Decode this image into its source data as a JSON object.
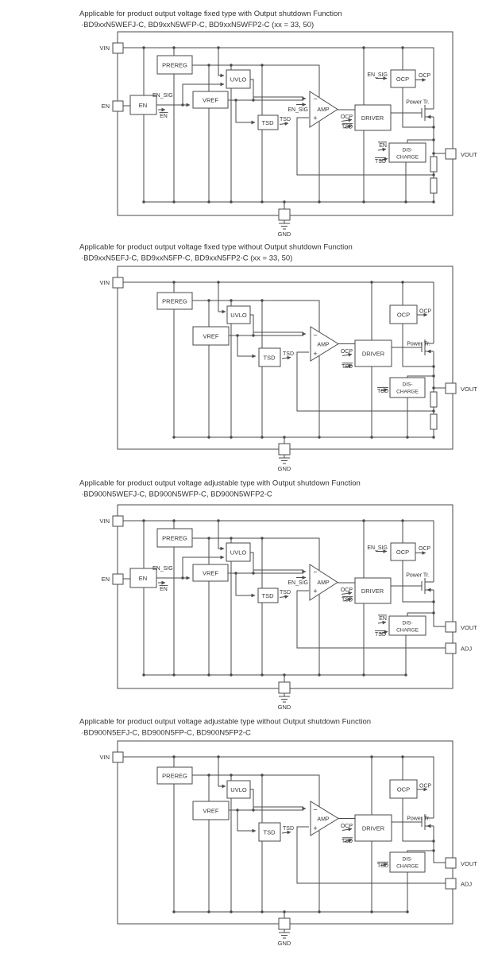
{
  "diagrams": [
    {
      "title": "Applicable for product output voltage fixed type with Output shutdown Function",
      "subtitle": "·BD9xxN5WEFJ-C, BD9xxN5WFP-C, BD9xxN5WFP2-C (xx = 33, 50)"
    },
    {
      "title": "Applicable for product output voltage fixed type without Output shutdown Function",
      "subtitle": "·BD9xxN5EFJ-C, BD9xxN5FP-C, BD9xxN5FP2-C (xx = 33, 50)"
    },
    {
      "title": "Applicable for product output voltage adjustable type with Output shutdown Function",
      "subtitle": "·BD900N5WEFJ-C, BD900N5WFP-C, BD900N5WFP2-C"
    },
    {
      "title": "Applicable for product output voltage adjustable type without Output shutdown Function",
      "subtitle": "·BD900N5EFJ-C, BD900N5FP-C, BD900N5FP2-C"
    }
  ],
  "labels": {
    "vin": "VIN",
    "en": "EN",
    "vout": "VOUT",
    "adj": "ADJ",
    "gnd": "GND",
    "prereg": "PREREG",
    "uvlo": "UVLO",
    "vref": "VREF",
    "tsd": "TSD",
    "amp": "AMP",
    "driver": "DRIVER",
    "ocp": "OCP",
    "dis": "DIS-",
    "charge": "CHARGE",
    "en_sig": "EN_SIG",
    "power_tr": "Power Tr.",
    "minus": "−",
    "plus": "+"
  },
  "colors": {
    "line": "#4a4a4a",
    "text": "#333333",
    "background": "#ffffff"
  }
}
